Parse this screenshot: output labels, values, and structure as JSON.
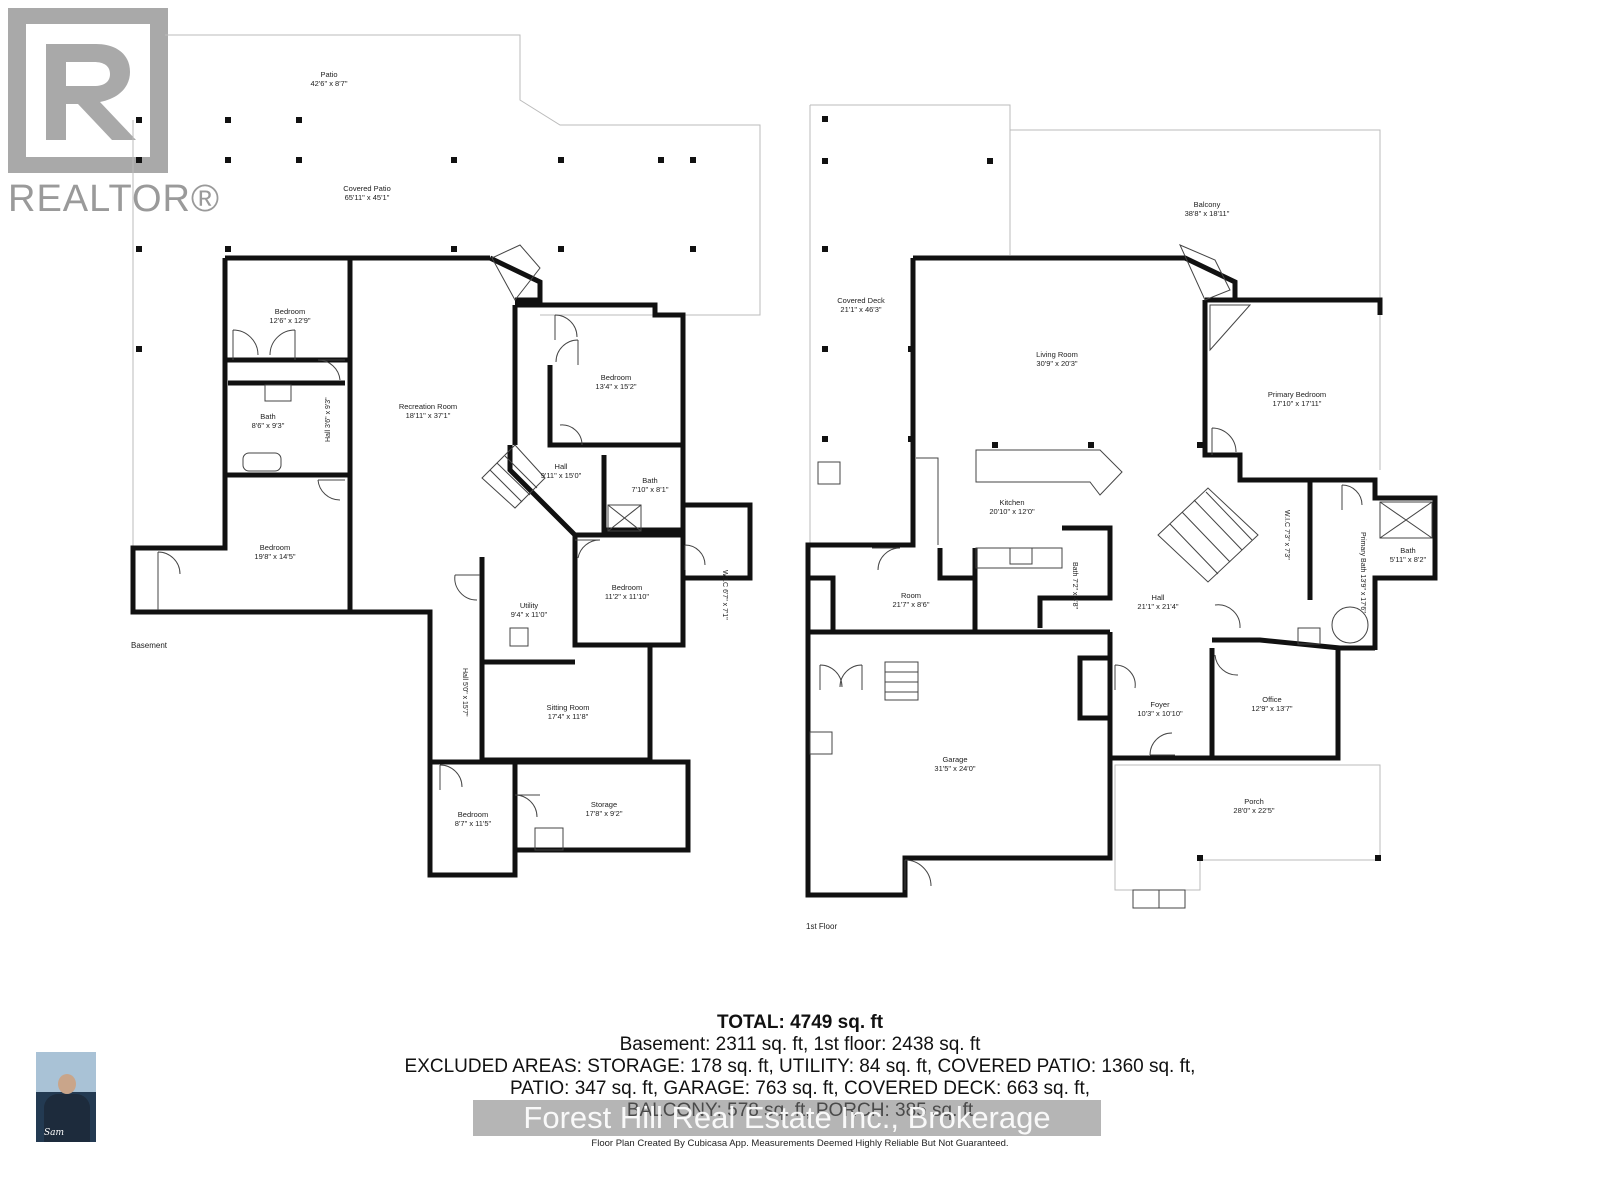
{
  "branding": {
    "realtor_logo_text": "REALTOR®",
    "watermark": "Forest Hill Real Estate Inc., Brokerage",
    "agent_signature": "Sam"
  },
  "floors": {
    "basement_label": "Basement",
    "first_floor_label": "1st Floor"
  },
  "basement_rooms": [
    {
      "name": "Patio",
      "dims": "42'6\" x 8'7\""
    },
    {
      "name": "Covered Patio",
      "dims": "65'11\" x 45'1\""
    },
    {
      "name": "Bedroom",
      "dims": "12'6\" x 12'9\""
    },
    {
      "name": "Bath",
      "dims": "8'6\" x 9'3\""
    },
    {
      "name": "Recreation Room",
      "dims": "18'11\" x 37'1\""
    },
    {
      "name": "Bedroom",
      "dims": "13'4\" x 15'2\""
    },
    {
      "name": "Hall",
      "dims": "9'11\" x 15'0\""
    },
    {
      "name": "Bath",
      "dims": "7'10\" x 8'1\""
    },
    {
      "name": "Bedroom",
      "dims": "19'8\" x 14'5\""
    },
    {
      "name": "Utility",
      "dims": "9'4\" x 11'0\""
    },
    {
      "name": "Bedroom",
      "dims": "11'2\" x 11'10\""
    },
    {
      "name": "Sitting Room",
      "dims": "17'4\" x 11'8\""
    },
    {
      "name": "Bedroom",
      "dims": "8'7\" x 11'5\""
    },
    {
      "name": "Storage",
      "dims": "17'8\" x 9'2\""
    }
  ],
  "basement_vertical": [
    {
      "name": "Hall",
      "dims": "3'6\" x 9'3\""
    },
    {
      "name": "W.I.C",
      "dims": "6'7\" x 7'1\""
    },
    {
      "name": "Hall",
      "dims": "5'0\" x 15'7\""
    }
  ],
  "first_floor_rooms": [
    {
      "name": "Covered Deck",
      "dims": "21'1\" x 46'3\""
    },
    {
      "name": "Balcony",
      "dims": "38'8\" x 18'11\""
    },
    {
      "name": "Living Room",
      "dims": "30'9\" x 20'3\""
    },
    {
      "name": "Primary Bedroom",
      "dims": "17'10\" x 17'11\""
    },
    {
      "name": "Kitchen",
      "dims": "20'10\" x 12'0\""
    },
    {
      "name": "Room",
      "dims": "21'7\" x 8'6\""
    },
    {
      "name": "Hall",
      "dims": "21'1\" x 21'4\""
    },
    {
      "name": "Bath",
      "dims": "5'11\" x 8'2\""
    },
    {
      "name": "Foyer",
      "dims": "10'3\" x 10'10\""
    },
    {
      "name": "Office",
      "dims": "12'9\" x 13'7\""
    },
    {
      "name": "Garage",
      "dims": "31'5\" x 24'0\""
    },
    {
      "name": "Porch",
      "dims": "28'0\" x 22'5\""
    }
  ],
  "first_floor_vertical": [
    {
      "name": "W.I.C",
      "dims": "7'3\" x 7'3\""
    },
    {
      "name": "Primary Bath",
      "dims": "13'9\" x 17'6\""
    },
    {
      "name": "Bath",
      "dims": "7'2\" x 4'8\""
    }
  ],
  "summary": {
    "total": "TOTAL: 4749 sq. ft",
    "line1": "Basement: 2311 sq. ft, 1st floor: 2438 sq. ft",
    "line2": "EXCLUDED AREAS: STORAGE: 178 sq. ft, UTILITY: 84 sq. ft, COVERED PATIO: 1360 sq. ft,",
    "line3": "PATIO: 347 sq. ft, GARAGE: 763 sq. ft, COVERED DECK: 663 sq. ft,",
    "line4": "BALCONY: 578 sq. ft, PORCH: 385 sq. ft",
    "credit": "Floor Plan Created By Cubicasa App. Measurements Deemed Highly Reliable But Not Guaranteed."
  }
}
